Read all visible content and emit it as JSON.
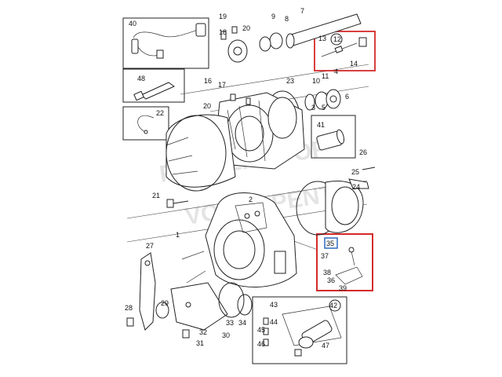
{
  "watermark": {
    "line1": "PROPERTY OF",
    "line2": "VOLVO PENTA"
  },
  "callouts": [
    {
      "id": "c40",
      "text": "40"
    },
    {
      "id": "c19",
      "text": "19"
    },
    {
      "id": "c18",
      "text": "18"
    },
    {
      "id": "c20a",
      "text": "20"
    },
    {
      "id": "c9",
      "text": "9"
    },
    {
      "id": "c7",
      "text": "7"
    },
    {
      "id": "c8",
      "text": "8"
    },
    {
      "id": "c13",
      "text": "13"
    },
    {
      "id": "c12",
      "text": "12"
    },
    {
      "id": "c14",
      "text": "14"
    },
    {
      "id": "c16",
      "text": "16"
    },
    {
      "id": "c17",
      "text": "17"
    },
    {
      "id": "c48",
      "text": "48"
    },
    {
      "id": "c23",
      "text": "23"
    },
    {
      "id": "c10",
      "text": "10"
    },
    {
      "id": "c11",
      "text": "11"
    },
    {
      "id": "c4",
      "text": "4"
    },
    {
      "id": "c6",
      "text": "6"
    },
    {
      "id": "c3",
      "text": "3"
    },
    {
      "id": "c5",
      "text": "5"
    },
    {
      "id": "c20b",
      "text": "20"
    },
    {
      "id": "c22",
      "text": "22"
    },
    {
      "id": "c41",
      "text": "41"
    },
    {
      "id": "c26",
      "text": "26"
    },
    {
      "id": "c25",
      "text": "25"
    },
    {
      "id": "c24",
      "text": "24"
    },
    {
      "id": "c21",
      "text": "21"
    },
    {
      "id": "c1",
      "text": "1"
    },
    {
      "id": "c2",
      "text": "2"
    },
    {
      "id": "c35",
      "text": "35"
    },
    {
      "id": "c37",
      "text": "37"
    },
    {
      "id": "c38",
      "text": "38"
    },
    {
      "id": "c36",
      "text": "36"
    },
    {
      "id": "c39",
      "text": "39"
    },
    {
      "id": "c27",
      "text": "27"
    },
    {
      "id": "c42",
      "text": "42"
    },
    {
      "id": "c43",
      "text": "43"
    },
    {
      "id": "c44",
      "text": "44"
    },
    {
      "id": "c45",
      "text": "45"
    },
    {
      "id": "c46",
      "text": "46"
    },
    {
      "id": "c47",
      "text": "47"
    },
    {
      "id": "c28",
      "text": "28"
    },
    {
      "id": "c29",
      "text": "29"
    },
    {
      "id": "c33",
      "text": "33"
    },
    {
      "id": "c34",
      "text": "34"
    },
    {
      "id": "c32",
      "text": "32"
    },
    {
      "id": "c30",
      "text": "30"
    },
    {
      "id": "c31",
      "text": "31"
    }
  ],
  "highlight_color": "#d42a2a",
  "marker_color": "#1f5fbf"
}
